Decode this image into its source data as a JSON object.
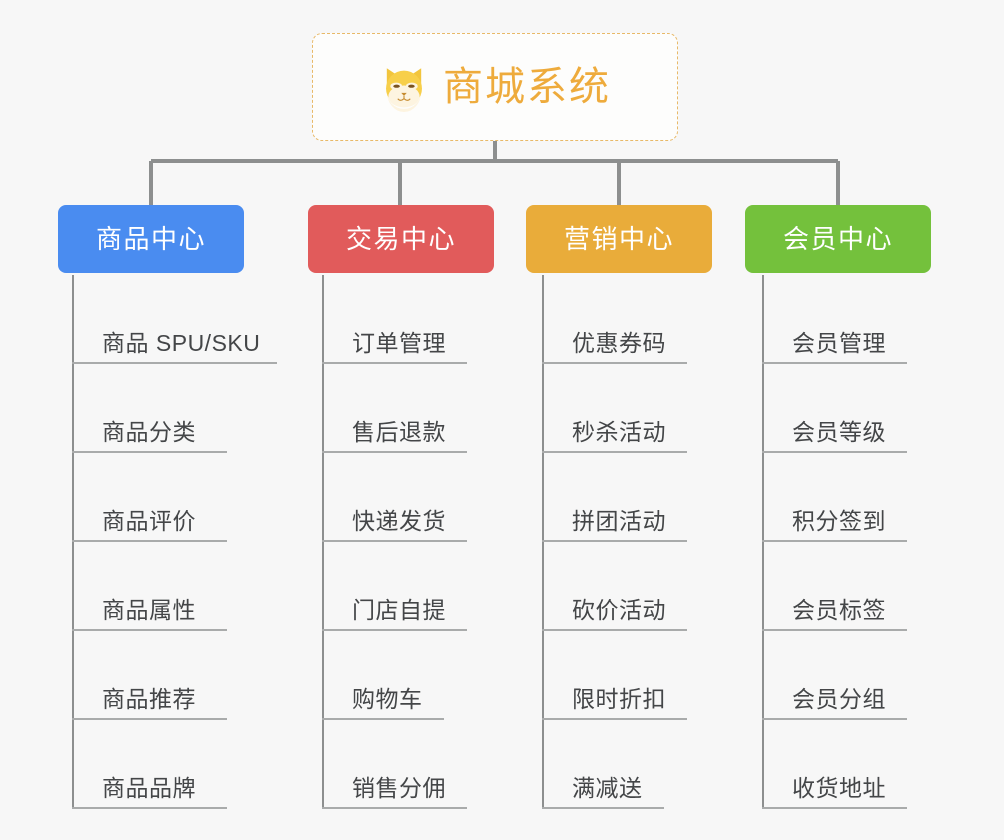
{
  "diagram": {
    "type": "mind-map",
    "background_color": "#f7f7f7",
    "root": {
      "label": "商城系统",
      "icon": "shiba-dog-icon",
      "text_color": "#eeab3c",
      "border_color": "#e8b968",
      "border_style": "dashed"
    },
    "categories": [
      {
        "label": "商品中心",
        "color": "#4a8cf0",
        "items": [
          "商品 SPU/SKU",
          "商品分类",
          "商品评价",
          "商品属性",
          "商品推荐",
          "商品品牌"
        ]
      },
      {
        "label": "交易中心",
        "color": "#e15b5b",
        "items": [
          "订单管理",
          "售后退款",
          "快递发货",
          "门店自提",
          "购物车",
          "销售分佣"
        ]
      },
      {
        "label": "营销中心",
        "color": "#e9ac3a",
        "items": [
          "优惠券码",
          "秒杀活动",
          "拼团活动",
          "砍价活动",
          "限时折扣",
          "满减送"
        ]
      },
      {
        "label": "会员中心",
        "color": "#74c13c",
        "items": [
          "会员管理",
          "会员等级",
          "积分签到",
          "会员标签",
          "会员分组",
          "收货地址"
        ]
      }
    ],
    "connector_color": "#8d8f8f",
    "underline_color": "#a9abab",
    "leaf_text_color": "#444648"
  }
}
